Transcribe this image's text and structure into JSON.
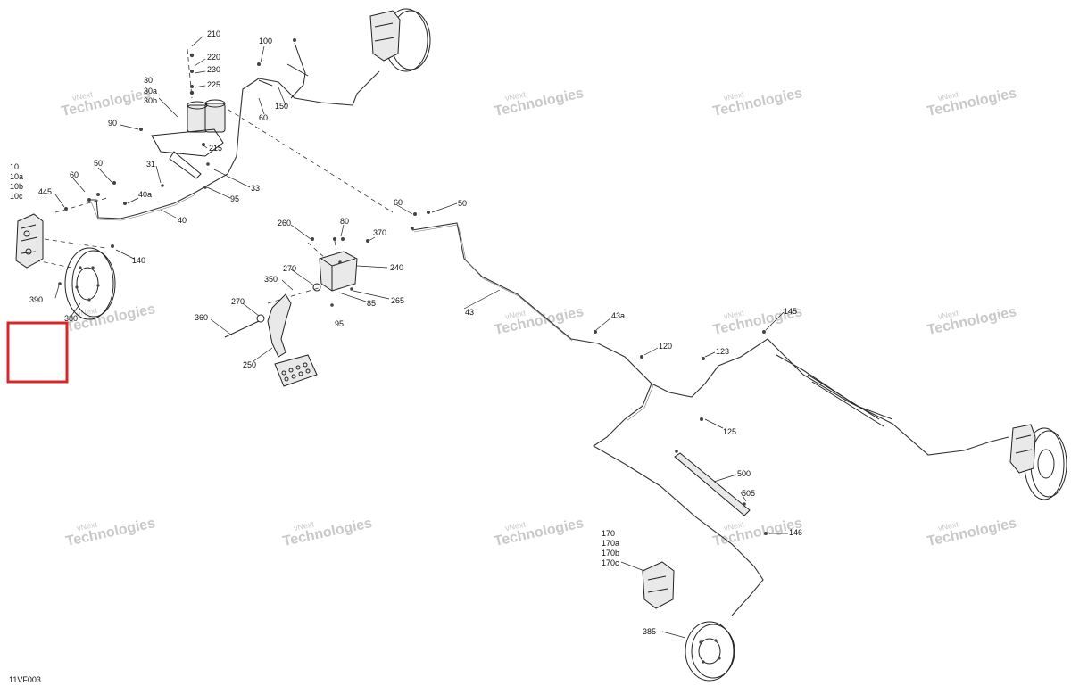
{
  "diagram_id": "11VF003",
  "watermark": {
    "brand": "vNext",
    "text": "Technologies",
    "subtext": "vNext Technologies"
  },
  "callouts": {
    "c210": "210",
    "c220": "220",
    "c230": "230",
    "c225": "225",
    "c30": "30",
    "c30a": "30a",
    "c30b": "30b",
    "c90": "90",
    "c215": "215",
    "c31": "31",
    "c33": "33",
    "c95a": "95",
    "c100": "100",
    "c60a": "60",
    "c150": "150",
    "c10": "10",
    "c10a": "10a",
    "c10b": "10b",
    "c10c": "10c",
    "c445": "445",
    "c60b": "60",
    "c50a": "50",
    "c40a": "40a",
    "c40": "40",
    "c140": "140",
    "c390": "390",
    "c380": "380",
    "c260": "260",
    "c80": "80",
    "c370": "370",
    "c240": "240",
    "c270a": "270",
    "c350": "350",
    "c265": "265",
    "c85": "85",
    "c270b": "270",
    "c360": "360",
    "c95b": "95",
    "c250": "250",
    "c60c": "60",
    "c50b": "50",
    "c43": "43",
    "c43a": "43a",
    "c120": "120",
    "c123": "123",
    "c125": "125",
    "c145": "145",
    "c500": "500",
    "c505": "505",
    "c146": "146",
    "c170": "170",
    "c170a": "170a",
    "c170b": "170b",
    "c170c": "170c",
    "c385": "385"
  },
  "highlight": {
    "color": "#d7262a"
  },
  "colors": {
    "line": "#222222",
    "watermark": "#c9c9c9"
  }
}
